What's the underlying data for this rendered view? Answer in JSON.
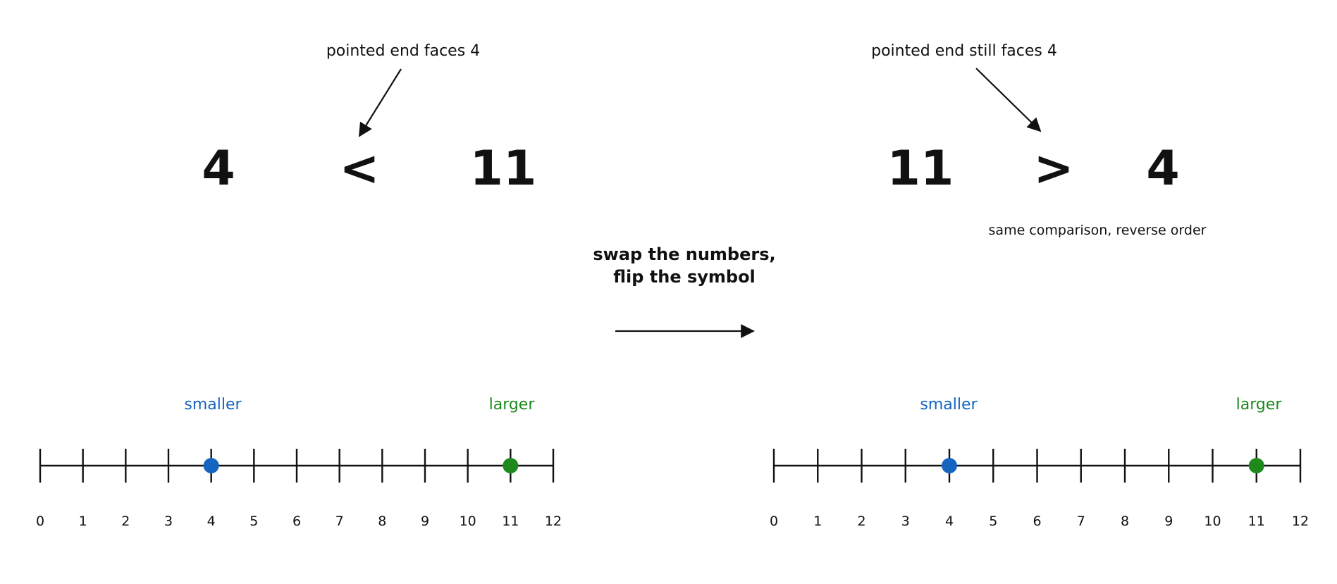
{
  "left_panel": {
    "annotation": "pointed end faces 4",
    "left_number": "4",
    "symbol": "<",
    "right_number": "11",
    "smaller_label": "smaller",
    "larger_label": "larger"
  },
  "right_panel": {
    "annotation": "pointed end still faces 4",
    "left_number": "11",
    "symbol": ">",
    "right_number": "4",
    "caption": "same comparison, reverse order",
    "smaller_label": "smaller",
    "larger_label": "larger"
  },
  "center": {
    "line1": "swap the numbers,",
    "line2": "flip the symbol"
  },
  "number_line": {
    "min": 0,
    "max": 12,
    "ticks": [
      "0",
      "1",
      "2",
      "3",
      "4",
      "5",
      "6",
      "7",
      "8",
      "9",
      "10",
      "11",
      "12"
    ],
    "smaller_value": 4,
    "larger_value": 11
  },
  "colors": {
    "smaller": "#1565c0",
    "larger": "#1e8a1e",
    "ink": "#111111"
  }
}
